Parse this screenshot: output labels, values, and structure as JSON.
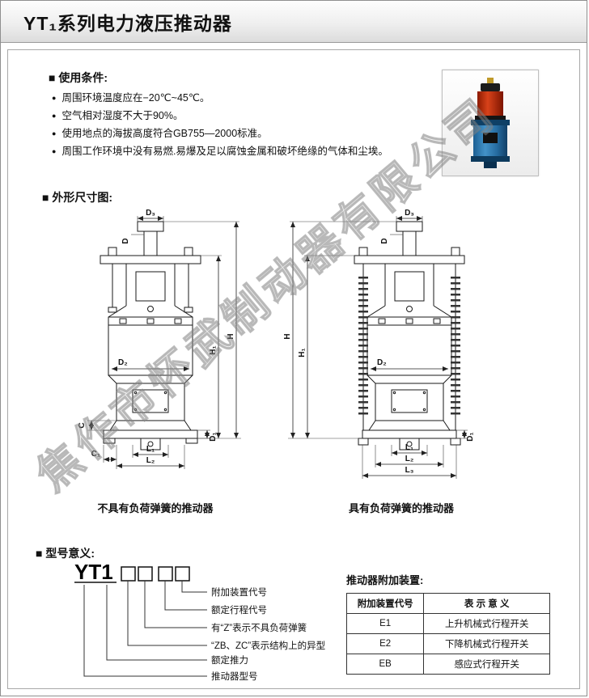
{
  "page": {
    "title": "YT₁系列电力液压推动器"
  },
  "usage": {
    "heading": "■ 使用条件:",
    "items": [
      "周围环境温度应在−20℃~45℃。",
      "空气相对湿度不大于90%。",
      "使用地点的海拔高度符合GB755—2000标准。",
      "周围工作环境中没有易燃.易爆及足以腐蚀金属和破坏绝缘的气体和尘埃。"
    ]
  },
  "outline": {
    "heading": "■ 外形尺寸图:",
    "caption_left": "不具有负荷弹簧的推动器",
    "caption_right": "具有负荷弹簧的推动器"
  },
  "dims": {
    "d3": "D₃",
    "d": "D",
    "d2": "D₂",
    "d1": "D₁",
    "h": "H",
    "h1": "H₁",
    "l1": "L₁",
    "l2": "L₂",
    "l3": "L₃",
    "c": "C",
    "c1": "C₁"
  },
  "watermark": "焦作市怀武制动器有限公司",
  "model": {
    "heading": "■ 型号意义:",
    "prefix": "YT1",
    "callouts": [
      "附加装置代号",
      "额定行程代号",
      "有“Z”表示不具负荷弹簧",
      "“ZB、ZC”表示结构上的异型",
      "额定推力",
      "推动器型号"
    ],
    "attachments": {
      "title": "推动器附加装置:",
      "headers": [
        "附加装置代号",
        "表 示 意 义"
      ],
      "rows": [
        [
          "E1",
          "上升机械式行程开关"
        ],
        [
          "E2",
          "下降机械式行程开关"
        ],
        [
          "EB",
          "感应式行程开关"
        ]
      ]
    }
  }
}
